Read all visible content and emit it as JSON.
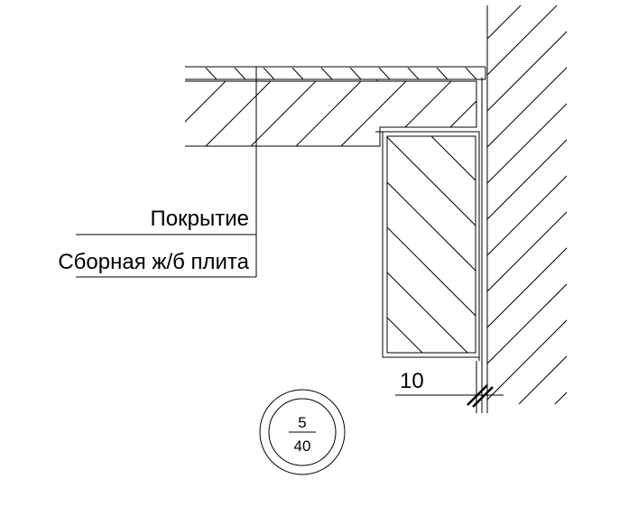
{
  "labels": {
    "layer_1": "Покрытие",
    "layer_2": "Сборная ж/б плита"
  },
  "dimension": {
    "value": "10"
  },
  "section_tag": {
    "numerator": "5",
    "denominator": "40"
  },
  "colors": {
    "line": "#000000",
    "background": "#ffffff"
  }
}
